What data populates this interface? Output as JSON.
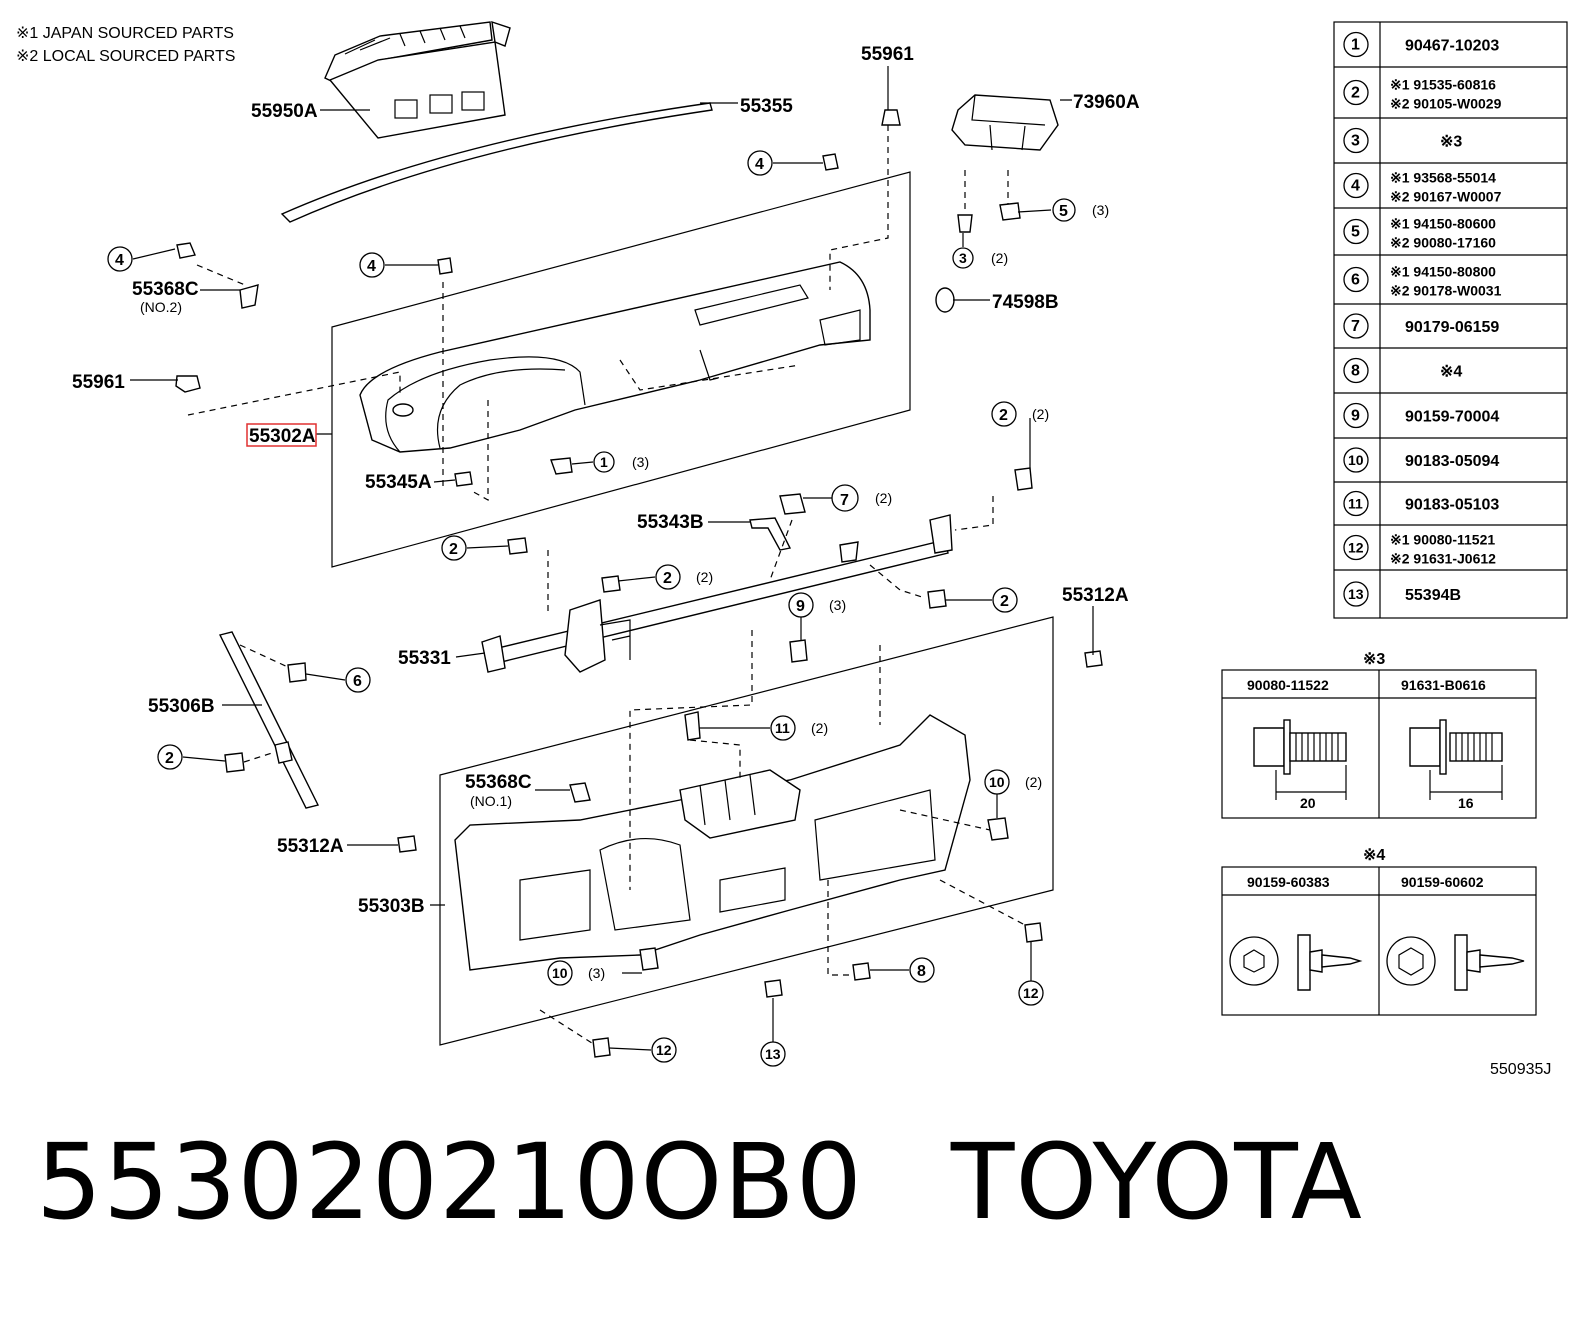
{
  "notes": [
    "※1 JAPAN SOURCED PARTS",
    "※2 LOCAL SOURCED PARTS"
  ],
  "highlighted_part": "55302A",
  "callouts": {
    "p55950A": "55950A",
    "p55355": "55355",
    "p55961_top": "55961",
    "p73960A": "73960A",
    "p55368C_2": "55368C",
    "p55368C_2_sub": "(NO.2)",
    "p74598B": "74598B",
    "p55961_left": "55961",
    "p55302A": "55302A",
    "p55345A": "55345A",
    "p55343B": "55343B",
    "p55331": "55331",
    "p55312A_right": "55312A",
    "p55306B": "55306B",
    "p55368C_1": "55368C",
    "p55368C_1_sub": "(NO.1)",
    "p55312A_left": "55312A",
    "p55303B": "55303B",
    "diagram_code": "550935J"
  },
  "markers": [
    {
      "n": "4",
      "q": ""
    },
    {
      "n": "4",
      "q": ""
    },
    {
      "n": "4",
      "q": ""
    },
    {
      "n": "5",
      "q": "(3)"
    },
    {
      "n": "3",
      "q": "(2)"
    },
    {
      "n": "1",
      "q": "(3)"
    },
    {
      "n": "7",
      "q": "(2)"
    },
    {
      "n": "2",
      "q": "(2)"
    },
    {
      "n": "2",
      "q": ""
    },
    {
      "n": "2",
      "q": "(2)"
    },
    {
      "n": "2",
      "q": ""
    },
    {
      "n": "9",
      "q": "(3)"
    },
    {
      "n": "6",
      "q": ""
    },
    {
      "n": "2",
      "q": ""
    },
    {
      "n": "11",
      "q": "(2)"
    },
    {
      "n": "10",
      "q": "(2)"
    },
    {
      "n": "10",
      "q": "(3)"
    },
    {
      "n": "8",
      "q": ""
    },
    {
      "n": "12",
      "q": ""
    },
    {
      "n": "12",
      "q": ""
    },
    {
      "n": "13",
      "q": ""
    }
  ],
  "parts_table": [
    {
      "n": "1",
      "lines": [
        "90467-10203"
      ]
    },
    {
      "n": "2",
      "lines": [
        "※1 91535-60816",
        "※2 90105-W0029"
      ]
    },
    {
      "n": "3",
      "lines": [
        "※3"
      ]
    },
    {
      "n": "4",
      "lines": [
        "※1 93568-55014",
        "※2 90167-W0007"
      ]
    },
    {
      "n": "5",
      "lines": [
        "※1 94150-80600",
        "※2 90080-17160"
      ]
    },
    {
      "n": "6",
      "lines": [
        "※1 94150-80800",
        "※2 90178-W0031"
      ]
    },
    {
      "n": "7",
      "lines": [
        "90179-06159"
      ]
    },
    {
      "n": "8",
      "lines": [
        "※4"
      ]
    },
    {
      "n": "9",
      "lines": [
        "90159-70004"
      ]
    },
    {
      "n": "10",
      "lines": [
        "90183-05094"
      ]
    },
    {
      "n": "11",
      "lines": [
        "90183-05103"
      ]
    },
    {
      "n": "12",
      "lines": [
        "※1 90080-11521",
        "※2 91631-J0612"
      ]
    },
    {
      "n": "13",
      "lines": [
        "55394B"
      ]
    }
  ],
  "ref3": {
    "title": "※3",
    "cols": [
      "90080-11522",
      "91631-B0616"
    ],
    "dims": [
      "20",
      "16"
    ]
  },
  "ref4": {
    "title": "※4",
    "cols": [
      "90159-60383",
      "90159-60602"
    ]
  },
  "footer": {
    "part_number": "553020210OB0",
    "brand": "TOYOTA"
  }
}
